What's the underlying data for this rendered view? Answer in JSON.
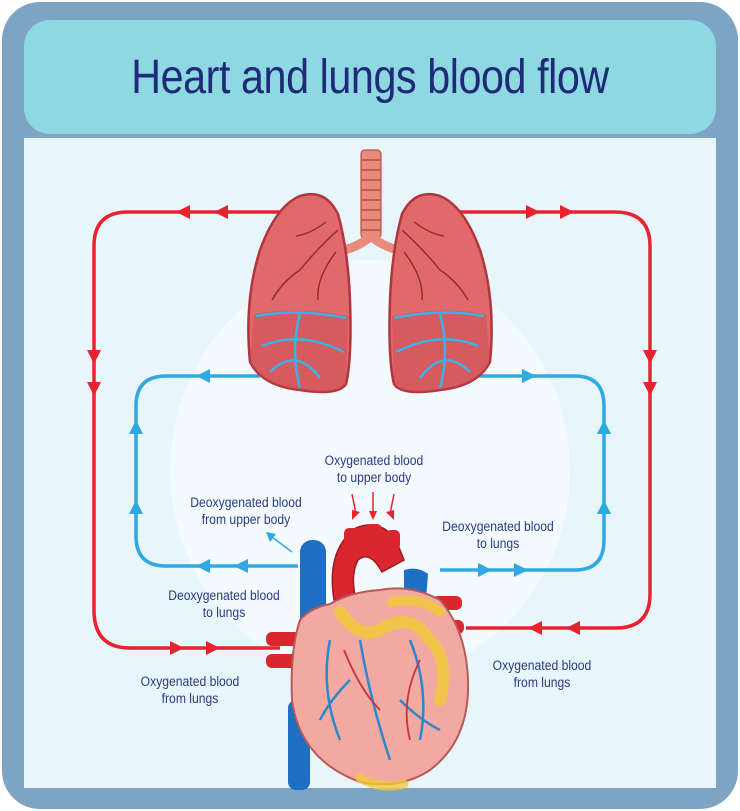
{
  "title": "Heart and lungs blood flow",
  "colors": {
    "frame": "#7ea4c4",
    "title_band": "#8ed8e2",
    "panel": "#e8f6fb",
    "oxygenated": "#e8232f",
    "deoxygenated": "#2fa9e0",
    "title_text": "#1f2a78",
    "label_text": "#2a3a86"
  },
  "labels": {
    "oxy_upper_body": [
      "Oxygenated blood",
      "to upper body"
    ],
    "deoxy_from_upper_body": [
      "Deoxygenated blood",
      "from upper body"
    ],
    "deoxy_to_lungs_right": [
      "Deoxygenated blood",
      "to lungs"
    ],
    "deoxy_to_lungs_left": [
      "Deoxygenated blood",
      "to lungs"
    ],
    "oxy_from_lungs_left": [
      "Oxygenated blood",
      "from lungs"
    ],
    "oxy_from_lungs_right": [
      "Oxygenated blood",
      "from lungs"
    ]
  },
  "icons": [
    "lungs-icon",
    "trachea-icon",
    "heart-icon",
    "arrow-icon"
  ]
}
